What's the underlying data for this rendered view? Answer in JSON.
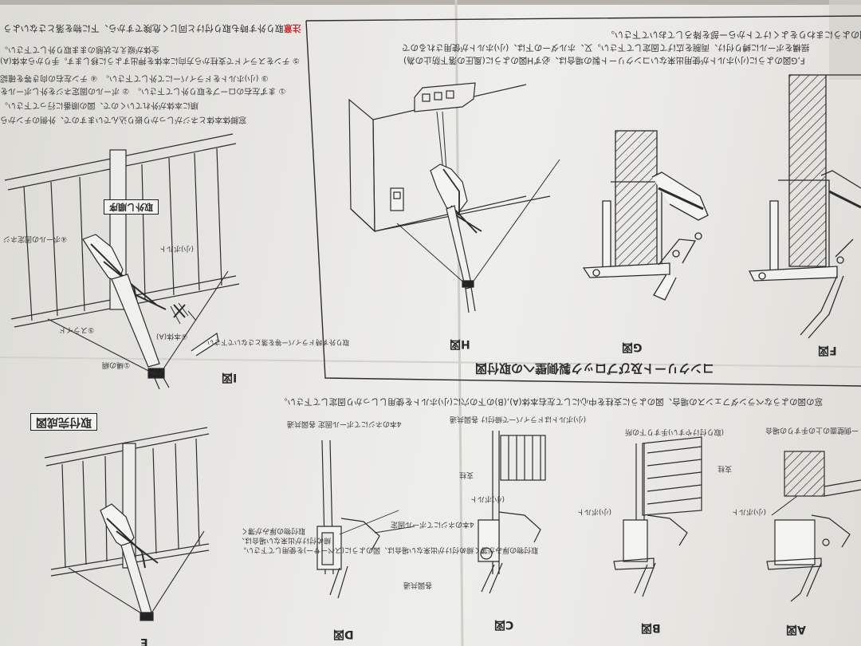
{
  "headings": {
    "wall_mount": "コンクリート及びブロック製側壁への取付図",
    "completed": "取付完成図",
    "removal_order": "取外し順序"
  },
  "figure_labels": {
    "A": "A図",
    "B": "B図",
    "C": "C図",
    "D": "D図",
    "F": "F図",
    "G": "G図",
    "H": "H図",
    "I": "I図",
    "E": "E"
  },
  "notes": {
    "h_top": "H図のようにまわりをよくけてトからー部を降ろしておいて下さい。",
    "h_mid1": "F,G図のように(小)ホルトが使用出来ないコンクリート製の場合は、必ずH図のように(風圧の落下防止の為)",
    "h_mid2": "揺構をボールに縛り付け、両腕を広げて固定して下さい。又、ホルダーの下は、(小)ホルトが使用されるので",
    "attach_note": "窓の図のようなベランダフェンスの場合、図のように支柱を中心にして左右本体(A),(B)の下の穴に(小)ホルトを使用ししっかり固定して下さい。",
    "removal_warning_label": "注意",
    "removal_warning": "取り外す時も取り付けと同じく危険ですから、下に物を落とさないよう",
    "removal_1": "① まず左右のロープを取り外して下さい。　② ポールの固定ネジを外しボールを",
    "removal_2": "③ (小)ホルトをドライバーにて外して下さい。　④ チン左右の向き等を確認",
    "removal_3": "⑤ チンをスライドで支柱から方向に本体を押出すように移します。手りから本体(A)",
    "removal_4": "全体が縦えた状態のまま取り外して下さい。",
    "removal_5": "窓脚体本体とネジがしっかり嵌り込んでいますので、外側のチンから",
    "removal_6": "順に本体が外れていくので、図の順番に行って下さい。"
  },
  "callouts": {
    "small_bolt": "(小)ボルト",
    "pole": "支柱",
    "pole_fix_screw": "④ポールの固定ネジ",
    "rope": "①縄の綱",
    "body_a": "④本体(A)",
    "slide": "⑤スライド",
    "body_slide": "本体を差し込む",
    "dont_drop": "取り外す時ドライバー等を落とさないで下さい",
    "a_caption": "ー側壁面の上の手すりの場合",
    "b_caption": "(取り付けやすい)手すり下の所",
    "c_caption": "(小)ボルトはドライバーで締付け 各図共通",
    "d_caption": "4本のネジにてポール固定 各図共通",
    "d_note": "取付物の厚みが薄く締め付けが出来ない場合は、図のように(スペーサー)を使用して下さい。",
    "d_side": "4本のネジにてポール固定",
    "common": "各図共通"
  },
  "colors": {
    "paper": "#e8e7e3",
    "ink": "#2a2a2a",
    "warning_red": "#c0262d"
  }
}
